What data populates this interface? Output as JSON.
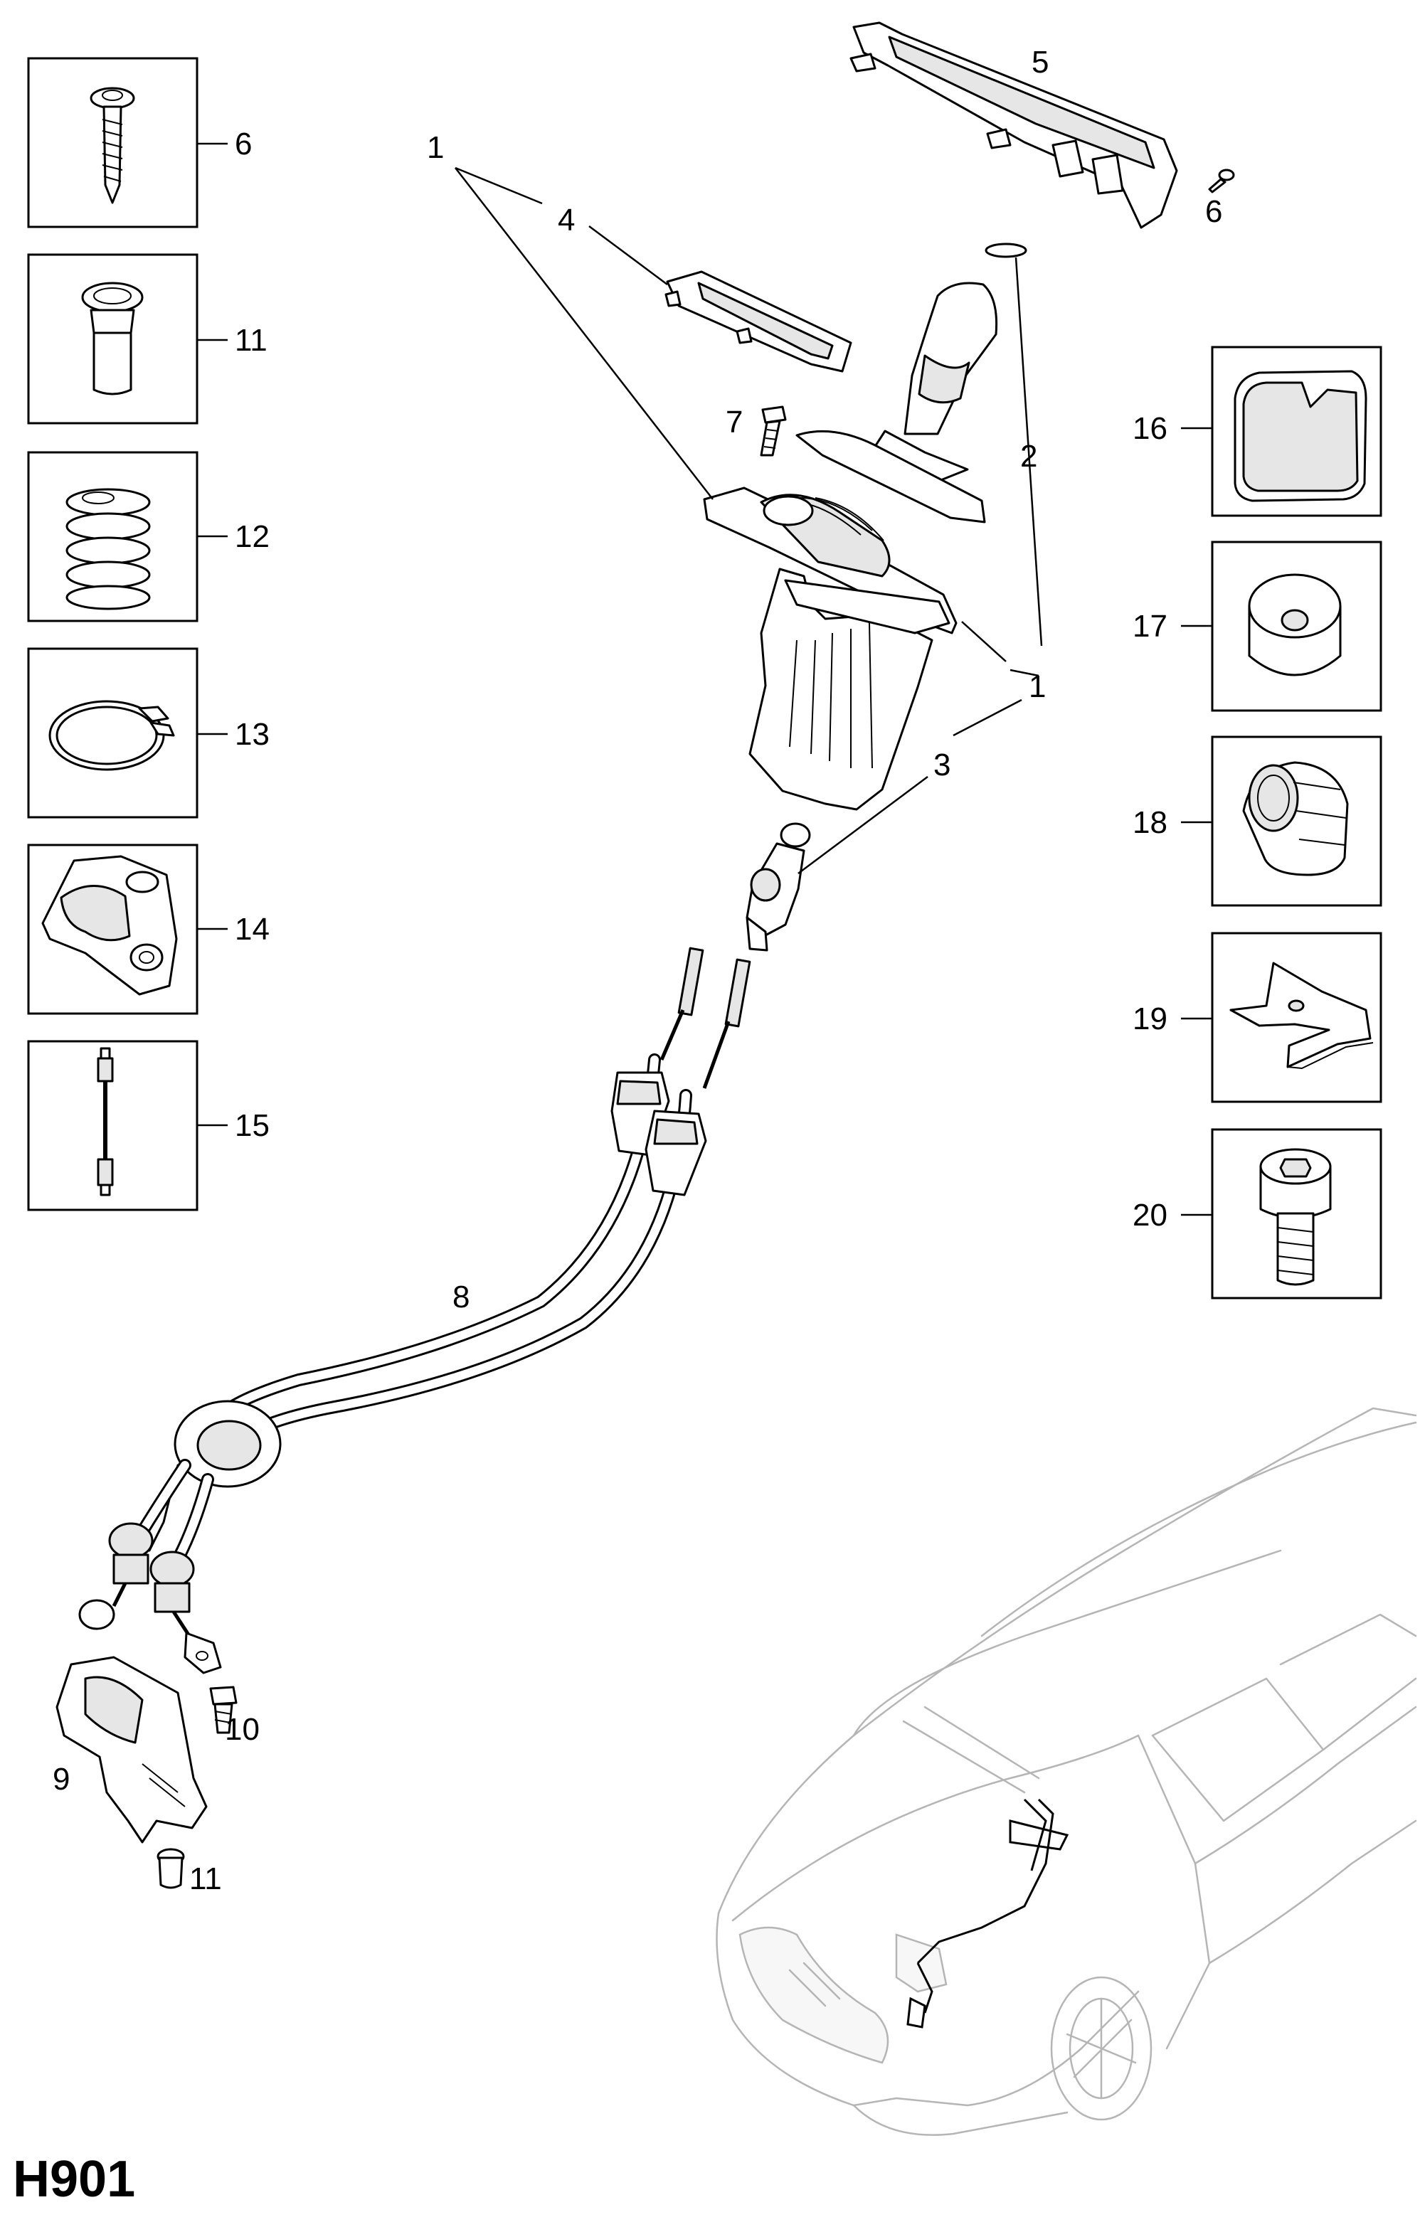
{
  "diagram_code": "H901",
  "callouts": {
    "c1a": "1",
    "c1b": "1",
    "c2": "2",
    "c3": "3",
    "c4": "4",
    "c5": "5",
    "c6a": "6",
    "c6b": "6",
    "c7": "7",
    "c8": "8",
    "c9": "9",
    "c10": "10",
    "c11a": "11",
    "c11b": "11",
    "c12": "12",
    "c13": "13",
    "c14": "14",
    "c15": "15",
    "c16": "16",
    "c17": "17",
    "c18": "18",
    "c19": "19",
    "c20": "20"
  }
}
